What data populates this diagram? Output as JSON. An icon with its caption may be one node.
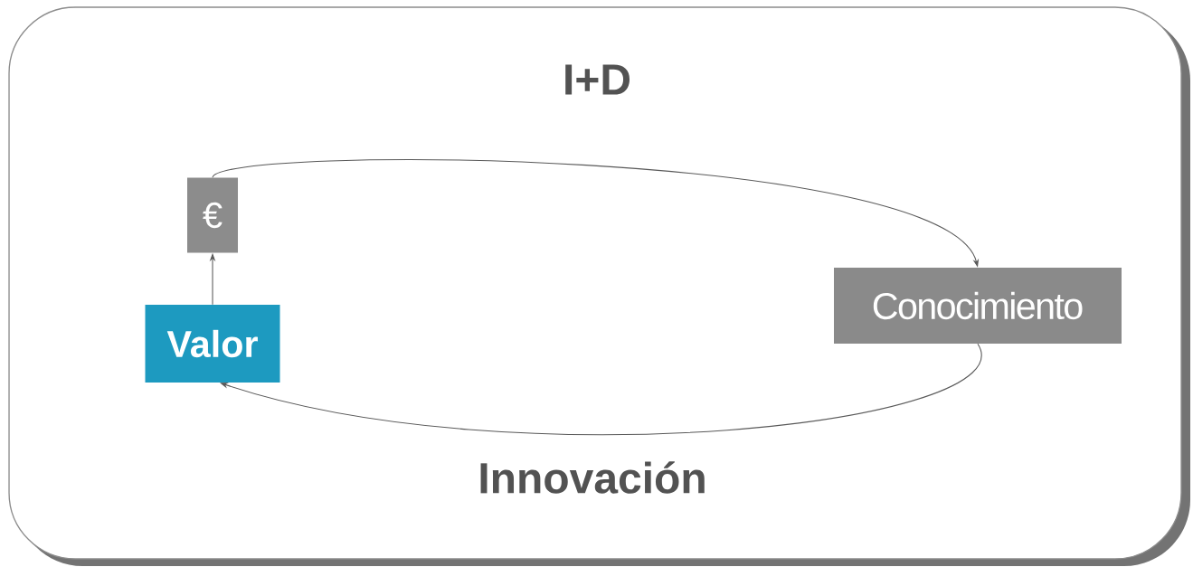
{
  "diagram": {
    "nodes": [
      {
        "text": [
          "€"
        ]
      },
      {
        "text": [
          "Conocimiento"
        ]
      },
      {
        "text": [
          "Valor"
        ]
      }
    ],
    "edges": [
      {
        "from": 0,
        "to": 1,
        "arrow": "to",
        "label": "I+D"
      },
      {
        "from": 1,
        "to": 2,
        "arrow": "to",
        "label": "Innovación"
      },
      {
        "from": 2,
        "to": 0,
        "arrow": "to"
      }
    ]
  }
}
